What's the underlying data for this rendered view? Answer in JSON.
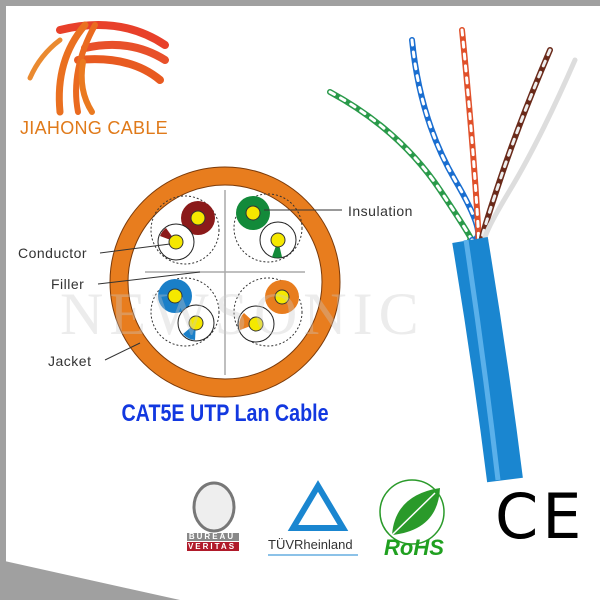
{
  "brand": {
    "name": "JIAHONG CABLE",
    "color": "#e07a1a"
  },
  "diagram": {
    "labels": {
      "insulation": "Insulation",
      "conductor": "Conductor",
      "filler": "Filler",
      "jacket": "Jacket"
    },
    "jacket_color": "#e87d1e",
    "pair_colors": [
      "#8b1a1a",
      "#138a3a",
      "#1a7fc8",
      "#e87d1e"
    ],
    "conductor_color": "#f5e800"
  },
  "title": "CAT5E UTP Lan Cable",
  "watermark": "NEWSONIC",
  "certifications": {
    "bureau_veritas": {
      "top": "BUREAU",
      "bottom": "VERITAS"
    },
    "tuv": "TÜVRheinland",
    "rohs": "RoHS",
    "ce": "CE"
  },
  "cable_color": "#1a86d0"
}
